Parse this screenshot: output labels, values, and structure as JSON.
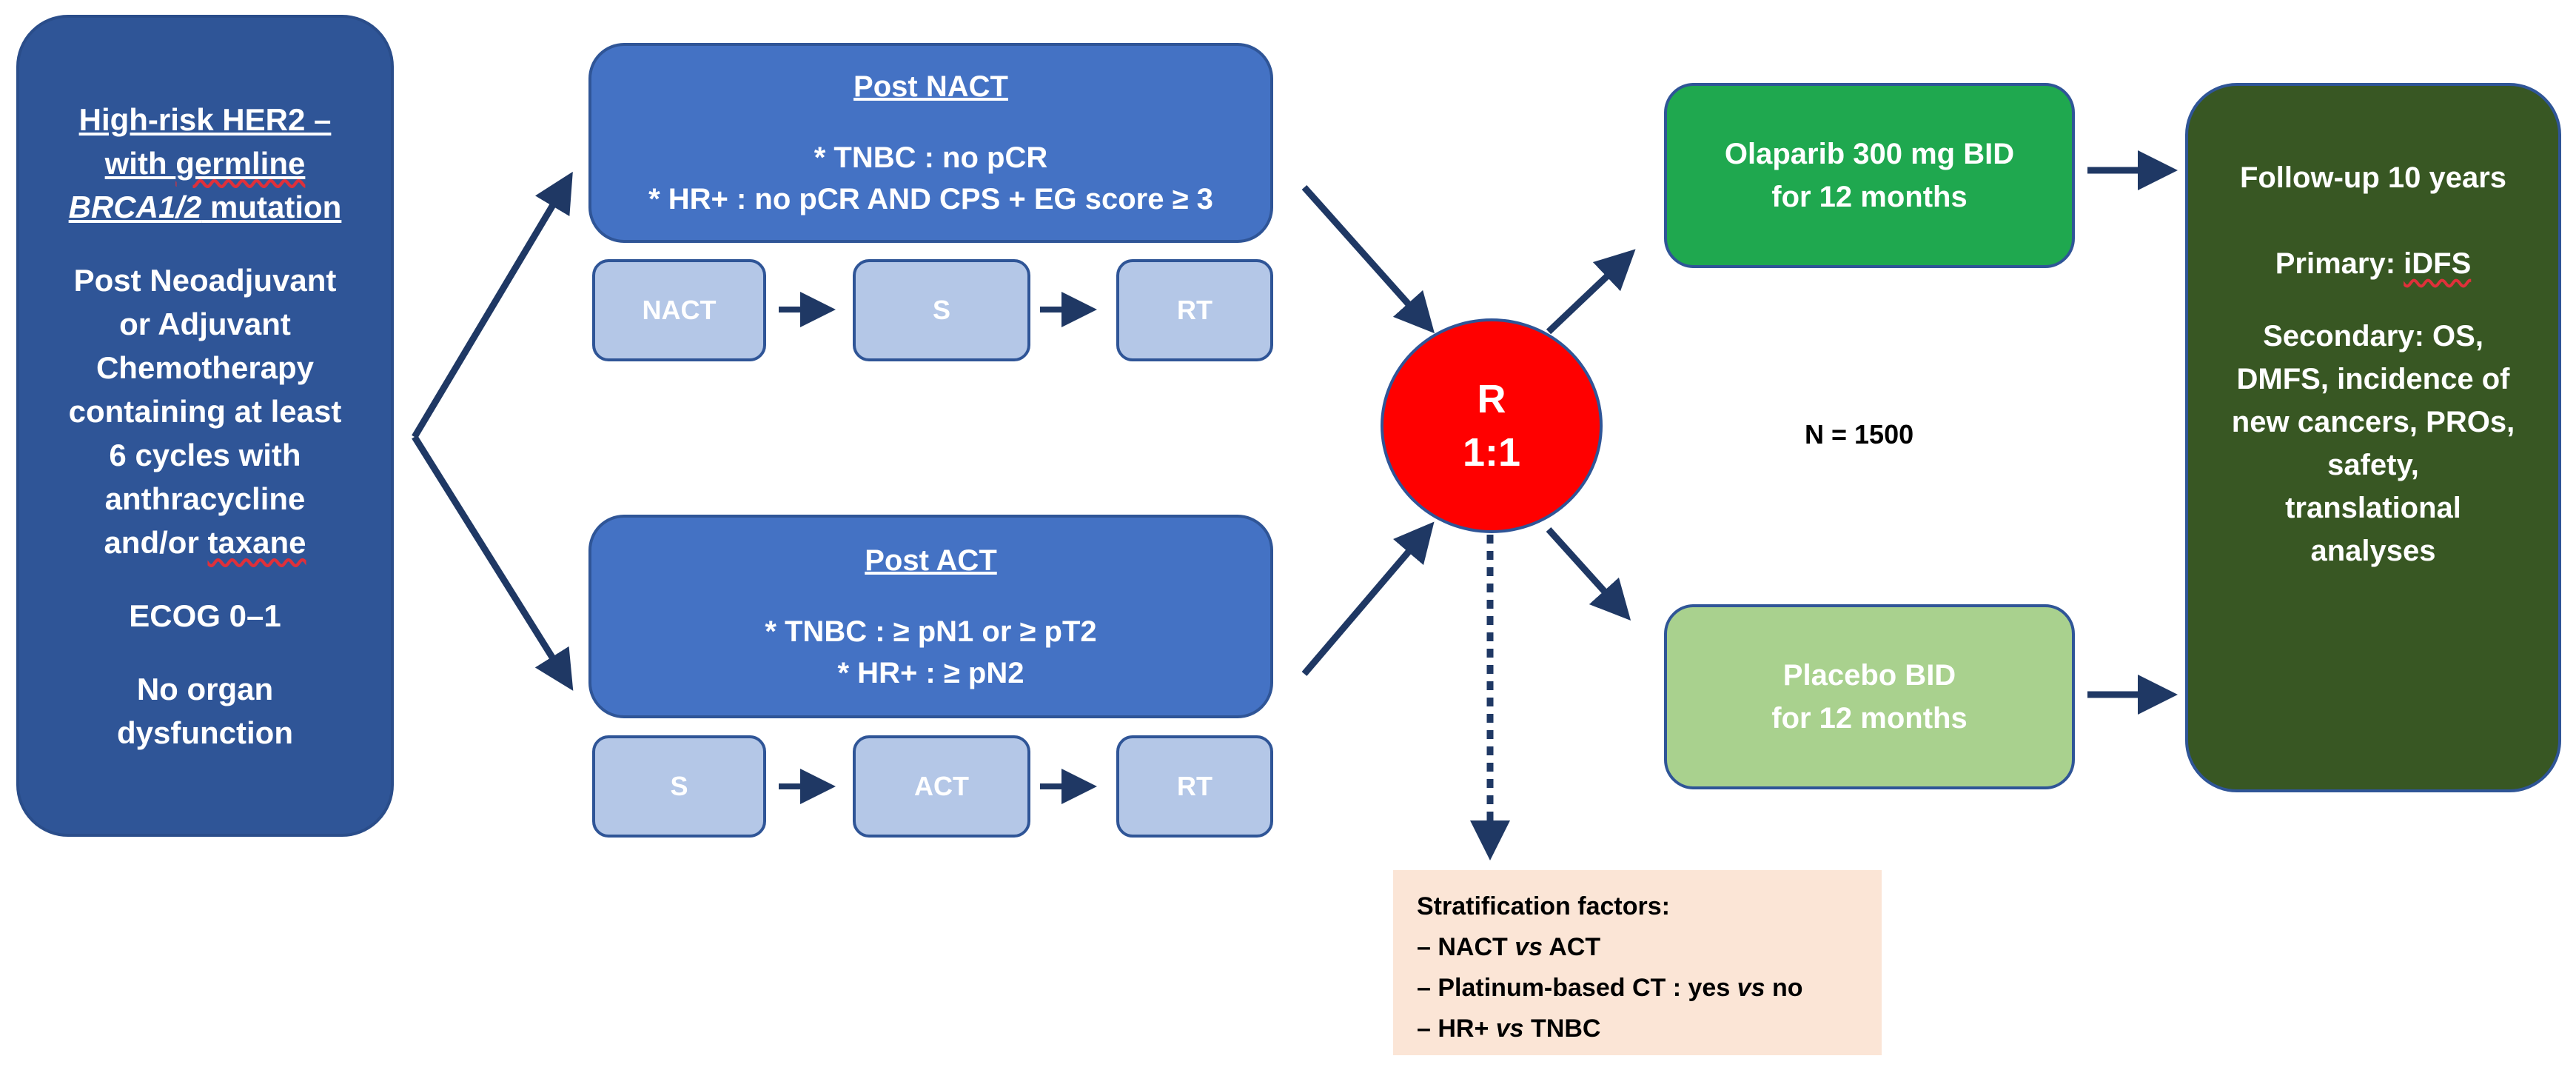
{
  "eligibility": {
    "title_line1": "High-risk HER2 –",
    "title_line2_prefix": "with ",
    "title_line2_wavy": "germline",
    "title_line3_gene": "BRCA1/2",
    "title_line3_suffix": " mutation",
    "criteria_lines": [
      "Post Neoadjuvant",
      "or Adjuvant",
      "Chemotherapy",
      "containing at least",
      "6 cycles with",
      "anthracycline"
    ],
    "criteria_last_prefix": "and/or ",
    "criteria_last_wavy": "taxane",
    "ecog": "ECOG 0–1",
    "organ_line1": "No organ",
    "organ_line2": "dysfunction"
  },
  "post_nact": {
    "title": "Post NACT",
    "line1": "* TNBC : no pCR",
    "line2": "* HR+ : no pCR AND CPS + EG score ≥ 3",
    "steps": [
      "NACT",
      "S",
      "RT"
    ]
  },
  "post_act": {
    "title": "Post ACT",
    "line1": "* TNBC : ≥ pN1 or ≥ pT2",
    "line2": "* HR+ : ≥ pN2",
    "steps": [
      "S",
      "ACT",
      "RT"
    ]
  },
  "randomization": {
    "letter": "R",
    "ratio": "1:1"
  },
  "n_label": "N = 1500",
  "olaparib": {
    "line1": "Olaparib 300 mg BID",
    "line2": "for 12 months"
  },
  "placebo": {
    "line1": "Placebo BID",
    "line2": "for 12 months"
  },
  "follow_up": {
    "title": "Follow-up 10 years",
    "primary_prefix": "Primary: ",
    "primary_wavy": "iDFS",
    "secondary_lines": [
      "Secondary: OS,",
      "DMFS, incidence of",
      "new cancers, PROs,",
      "safety,",
      "translational",
      "analyses"
    ]
  },
  "stratification": {
    "title": "Stratification factors:",
    "items": [
      {
        "prefix": "– NACT ",
        "vs": "vs",
        "suffix": " ACT"
      },
      {
        "prefix": "– Platinum-based CT : yes ",
        "vs": "vs",
        "suffix": " no"
      },
      {
        "prefix": "– HR+ ",
        "vs": "vs",
        "suffix": " TNBC"
      }
    ]
  },
  "colors": {
    "dark_blue": "#2f5597",
    "mid_blue": "#4472c4",
    "light_blue": "#b4c7e7",
    "red": "#ff0000",
    "green": "#1fa84f",
    "light_green": "#a9d18e",
    "dark_green": "#385723",
    "peach": "#fbe5d6",
    "arrow": "#1f3864"
  }
}
